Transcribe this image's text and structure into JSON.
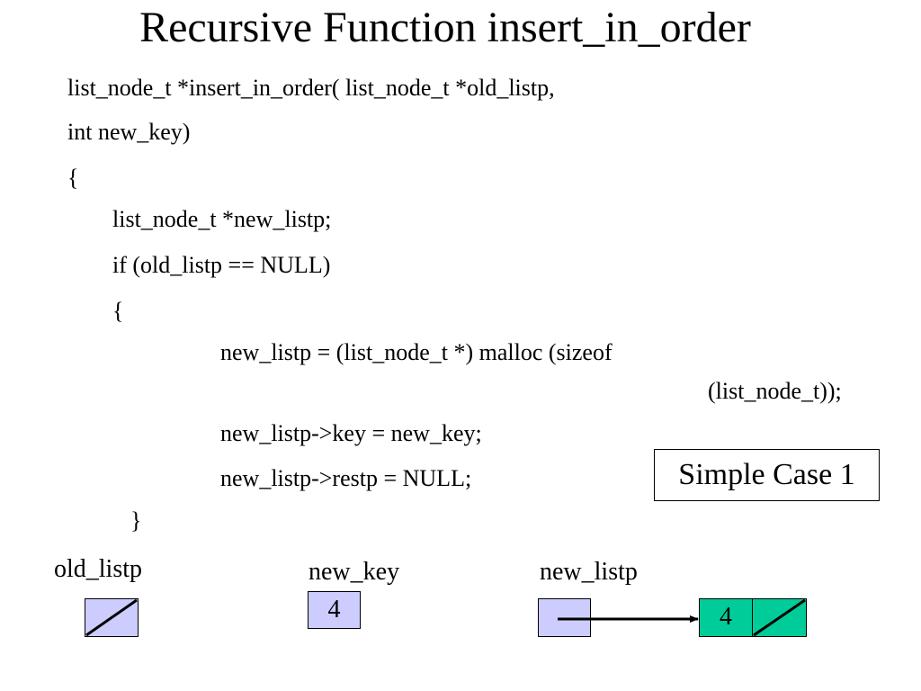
{
  "title": "Recursive Function insert_in_order",
  "code": {
    "line1": "list_node_t *insert_in_order( list_node_t *old_listp,",
    "line2": "int new_key)",
    "line3": "{",
    "line4": "list_node_t *new_listp;",
    "line5": "if (old_listp == NULL)",
    "line6": "{",
    "line7a": "new_listp = (list_node_t *) malloc (sizeof",
    "line7b": "(list_node_t));",
    "line8": "new_listp->key = new_key;",
    "line9": "new_listp->restp = NULL;",
    "line10": "}"
  },
  "case_label": "Simple Case 1",
  "diagram": {
    "old_listp_label": "old_listp",
    "new_key_label": "new_key",
    "new_key_value": "4",
    "new_listp_label": "new_listp",
    "node_key_value": "4",
    "colors": {
      "pointer_cell": "#ccccff",
      "node_cell": "#00cc99"
    }
  }
}
